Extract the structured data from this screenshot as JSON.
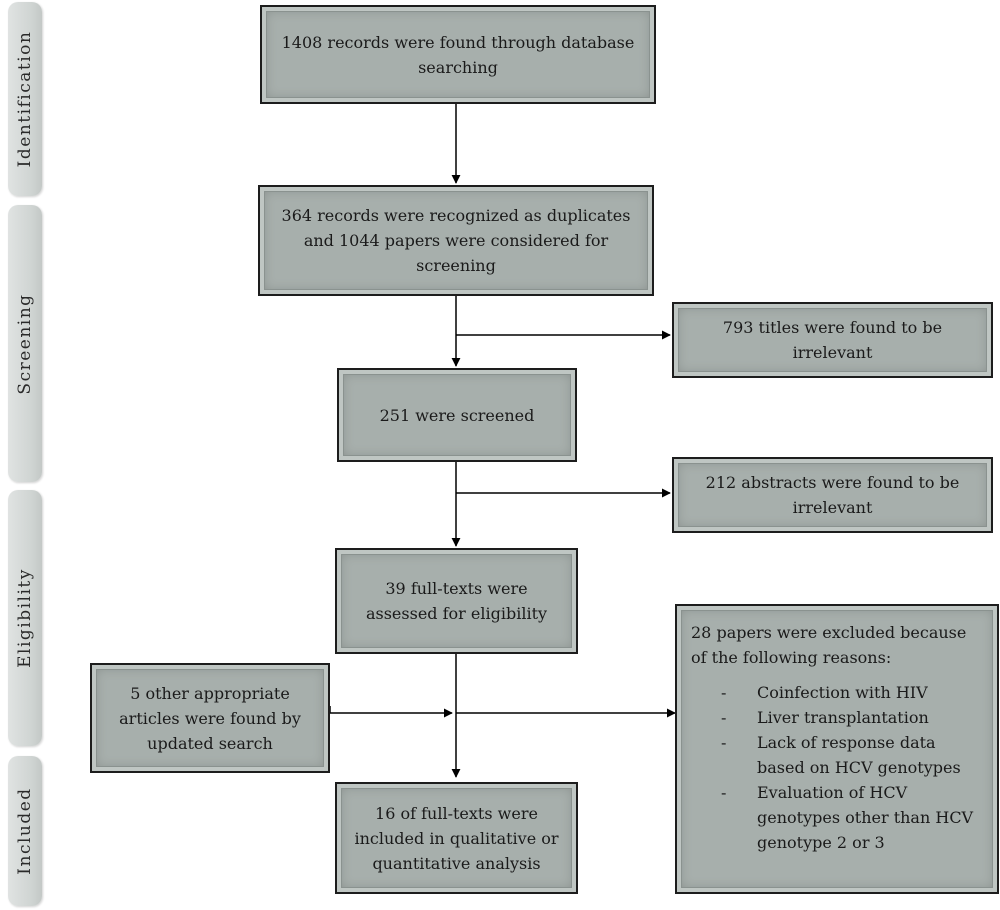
{
  "stages": [
    {
      "id": "identification",
      "label": "Identification"
    },
    {
      "id": "screening",
      "label": "Screening"
    },
    {
      "id": "eligibility",
      "label": "Eligibility"
    },
    {
      "id": "included",
      "label": "Included"
    }
  ],
  "boxes": {
    "records_found": "1408 records were found through database searching",
    "duplicates": "364 records were recognized as duplicates and 1044 papers were considered for screening",
    "titles_irrelevant": "793 titles were found to be irrelevant",
    "screened": "251 were screened",
    "abstracts_irrelevant": "212 abstracts were found to be irrelevant",
    "full_texts_assessed": "39 full-texts were assessed for eligibility",
    "other_articles": "5 other appropriate articles were found by updated search",
    "included_analysis": "16 of full-texts were included in qualitative or quantitative analysis",
    "excluded": {
      "heading": "28 papers were excluded because of the following reasons:",
      "reasons": [
        "Coinfection with HIV",
        "Liver transplantation",
        "Lack of response data based on HCV genotypes",
        "Evaluation of HCV genotypes other than HCV genotype 2 or 3"
      ]
    }
  }
}
